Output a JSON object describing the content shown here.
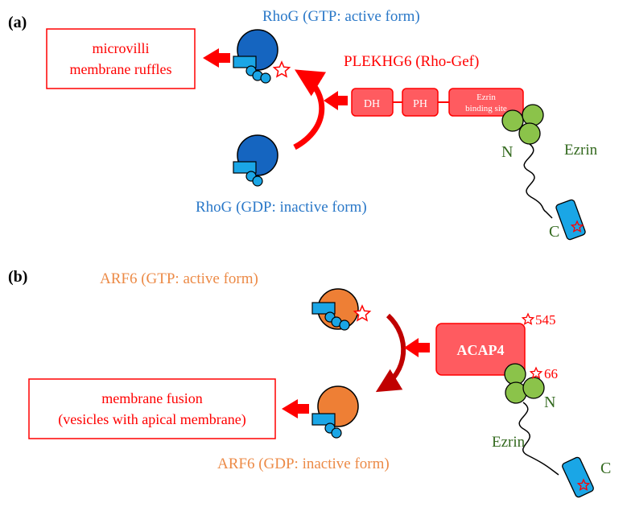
{
  "panel_a": {
    "label": "(a)",
    "rhog_active": "RhoG (GTP: active form)",
    "rhog_inactive": "RhoG  (GDP: inactive form)",
    "outcome_line1": "microvilli",
    "outcome_line2": "membrane ruffles",
    "gef_title": "PLEKHG6 (Rho-Gef)",
    "domain_dh": "DH",
    "domain_ph": "PH",
    "domain_ezrin_line1": "Ezrin",
    "domain_ezrin_line2": "binding site",
    "ezrin_label": "Ezrin",
    "n_label": "N",
    "c_label": "C"
  },
  "panel_b": {
    "label": "(b)",
    "arf6_active": "ARF6 (GTP: active form)",
    "arf6_inactive": "ARF6  (GDP: inactive form)",
    "outcome_line1": "membrane fusion",
    "outcome_line2": "(vesicles with apical membrane)",
    "acap4_label": "ACAP4",
    "site_545": "545",
    "site_66": "66",
    "ezrin_label": "Ezrin",
    "n_label": "N",
    "c_label": "C"
  },
  "colors": {
    "rhog_blue": "#1565c0",
    "rhog_text": "#2a78c8",
    "arf6_orange": "#ee7f35",
    "arf6_text": "#ec8a46",
    "cyan_tag": "#1aa6e6",
    "red": "#ff0000",
    "pink_box": "#ff5b60",
    "ezrin_green": "#8bc34a",
    "ezrin_text": "#33691e",
    "dark_red_arrow": "#c00000"
  }
}
